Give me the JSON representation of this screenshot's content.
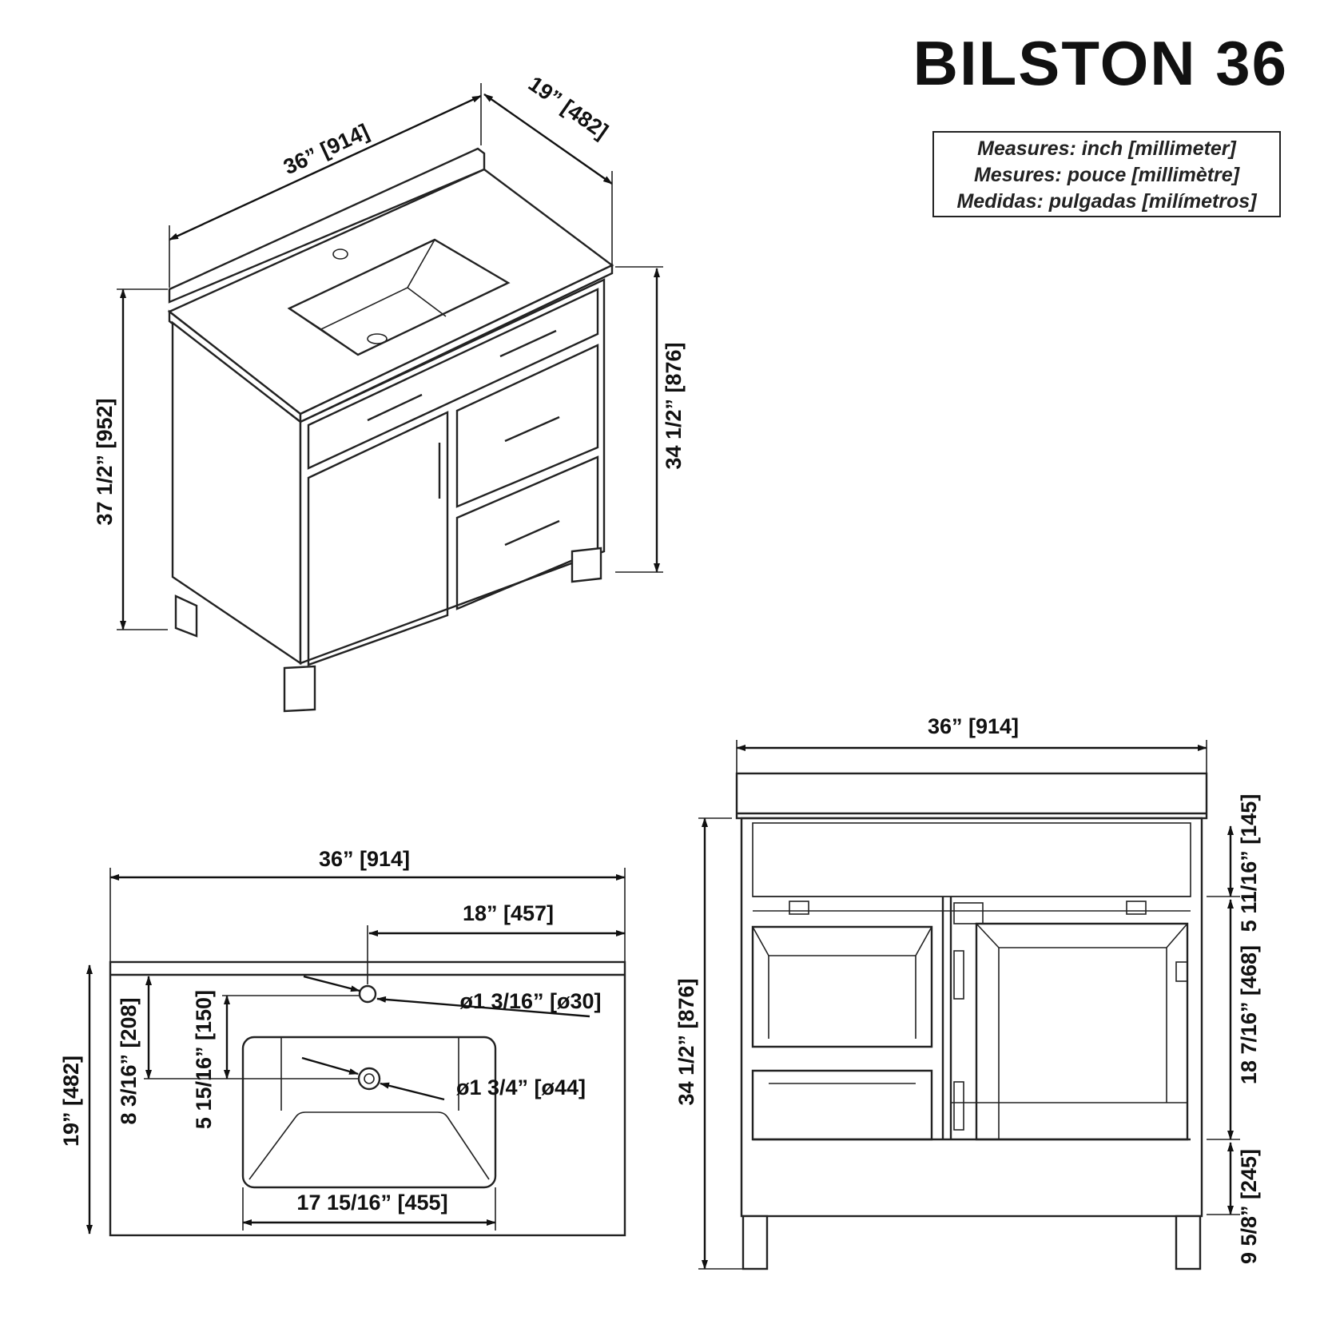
{
  "title": "BILSTON 36",
  "units_legend": [
    "Measures: inch [millimeter]",
    "Mesures: pouce [millimètre]",
    "Medidas: pulgadas [milímetros]"
  ],
  "iso_view": {
    "width": "36” [914]",
    "depth": "19” [482]",
    "total_height": "37 1/2” [952]",
    "cabinet_height": "34 1/2” [876]"
  },
  "top_view": {
    "width": "36” [914]",
    "drain_offset": "18” [457]",
    "faucet_hole": "ø1 3/16” [ø30]",
    "drain_hole": "ø1 3/4” [ø44]",
    "depth": "19” [482]",
    "faucet_to_drain": "8 3/16” [208]",
    "basin_to_drain": "5 15/16” [150]",
    "basin_width": "17 15/16” [455]"
  },
  "front_view": {
    "width": "36” [914]",
    "height": "34 1/2” [876]",
    "top_section": "5 11/16” [145]",
    "middle_section": "18 7/16” [468]",
    "bottom_section": "9 5/8” [245]"
  }
}
